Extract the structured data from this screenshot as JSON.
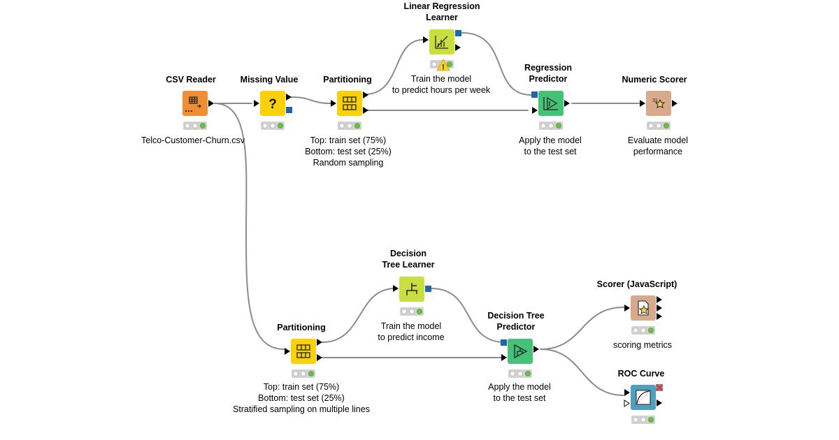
{
  "nodes": {
    "csv_reader": {
      "title_lines": [
        "CSV Reader"
      ],
      "note_lines": [
        "Telco-Customer-Churn.csv"
      ]
    },
    "missing_value": {
      "title_lines": [
        "Missing Value"
      ],
      "note_lines": []
    },
    "partitioning_top": {
      "title_lines": [
        "Partitioning"
      ],
      "note_lines": [
        "Top: train set (75%)",
        "Bottom: test set (25%)",
        "Random sampling"
      ]
    },
    "lr_learner": {
      "title_lines": [
        "Linear Regression",
        "Learner"
      ],
      "note_lines": [
        "Train the model",
        "to predict hours per week"
      ],
      "warning": "!"
    },
    "regression_predictor": {
      "title_lines": [
        "Regression",
        "Predictor"
      ],
      "note_lines": [
        "Apply the model",
        "to the test set"
      ]
    },
    "numeric_scorer": {
      "title_lines": [
        "Numeric Scorer"
      ],
      "note_lines": [
        "Evaluate model",
        "performance"
      ],
      "icon_text": "31"
    },
    "dt_learner": {
      "title_lines": [
        "Decision",
        "Tree Learner"
      ],
      "note_lines": [
        "Train the model",
        "to predict income"
      ]
    },
    "partitioning_bottom": {
      "title_lines": [
        "Partitioning"
      ],
      "note_lines": [
        "Top: train set (75%)",
        "Bottom: test set (25%)",
        "Stratified sampling on  multiple lines"
      ]
    },
    "dt_predictor": {
      "title_lines": [
        "Decision Tree",
        "Predictor"
      ],
      "note_lines": [
        "Apply the model",
        "to the test set"
      ]
    },
    "scorer_js": {
      "title_lines": [
        "Scorer (JavaScript)"
      ],
      "note_lines": [
        "scoring metrics"
      ]
    },
    "roc_curve": {
      "title_lines": [
        "ROC Curve"
      ],
      "note_lines": []
    }
  },
  "colors": {
    "source": "#f18e33",
    "manipulator": "#fcd106",
    "learner": "#c8df3f",
    "predictor": "#45c277",
    "scorer": "#d9a98d",
    "visualizer": "#4f9fc0",
    "connection": "#8c8c8c",
    "model_port": "#1f66ad",
    "status_green": "#6bc046",
    "warning": "#ffd21f"
  },
  "icons": {
    "csv_reader": "table-arrow-icon",
    "missing_value": "question-mark-icon",
    "partitioning": "partition-grid-icon",
    "lr_learner": "line-chart-icon",
    "regression_predictor": "play-triangle-icon",
    "numeric_scorer": "gear-star-icon",
    "dt_learner": "tree-branch-icon",
    "dt_predictor": "play-triangle-icon",
    "scorer_js": "document-gear-icon",
    "roc_curve": "roc-curve-icon",
    "warning": "warning-triangle-icon",
    "inactive_port": "red-x-icon"
  }
}
